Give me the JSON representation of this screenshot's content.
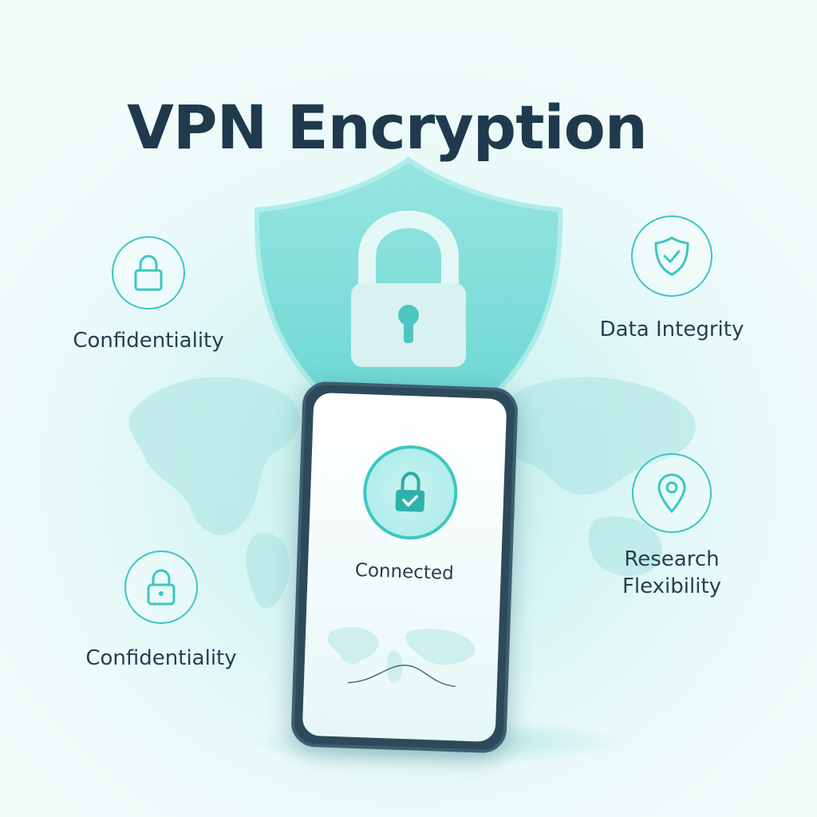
{
  "title": "VPN Encryption",
  "features": [
    {
      "label": "Confidentiality",
      "icon": "lock-icon"
    },
    {
      "label": "Confidentiality",
      "icon": "lock-keyhole-icon"
    },
    {
      "label": "Data Integrity",
      "icon": "shield-check-icon"
    },
    {
      "label": "Research\nFlexibility",
      "icon": "location-pin-icon"
    }
  ],
  "phone": {
    "status": "Connected",
    "status_icon": "lock-check-icon"
  },
  "colors": {
    "accent": "#3cc6c2",
    "title": "#1f3a4d",
    "text": "#25404f",
    "phone_frame": "#2d4a5a"
  }
}
